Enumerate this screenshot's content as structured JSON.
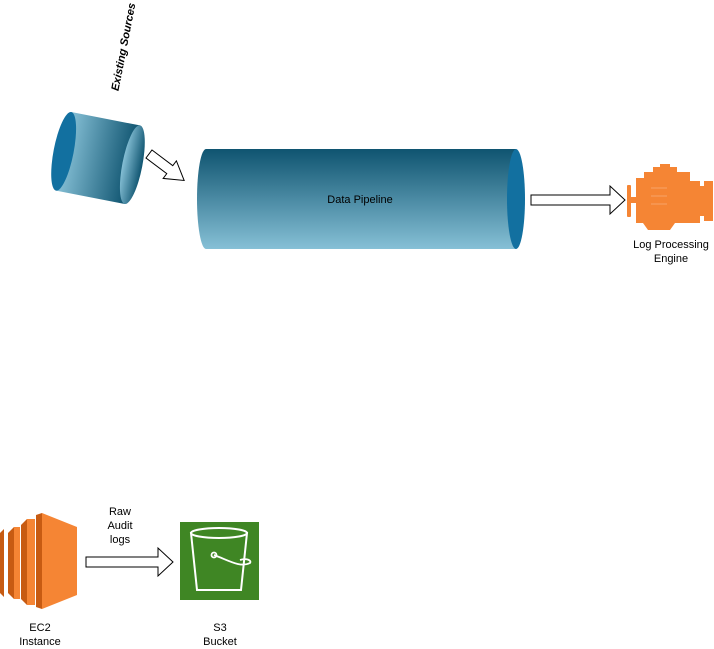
{
  "diagram": {
    "existing_sources": {
      "label": "Existing Sources"
    },
    "data_pipeline": {
      "label": "Data Pipeline"
    },
    "log_processing_engine": {
      "label_line1": "Log Processing",
      "label_line2": "Engine"
    },
    "raw_audit_logs": {
      "line1": "Raw",
      "line2": "Audit",
      "line3": "logs"
    },
    "ec2_instance": {
      "line1": "EC2",
      "line2": "Instance"
    },
    "s3_bucket": {
      "line1": "S3",
      "line2": "Bucket"
    }
  },
  "colors": {
    "cylinder_dark": "#0f5f7f",
    "cylinder_light": "#7fbcd3",
    "cylinder_cap": "#1270a0",
    "engine_orange": "#f58534",
    "ec2_orange": "#f58534",
    "ec2_dark": "#c75b12",
    "s3_green": "#3f8624",
    "s3_green_dark": "#2e6b1a"
  }
}
